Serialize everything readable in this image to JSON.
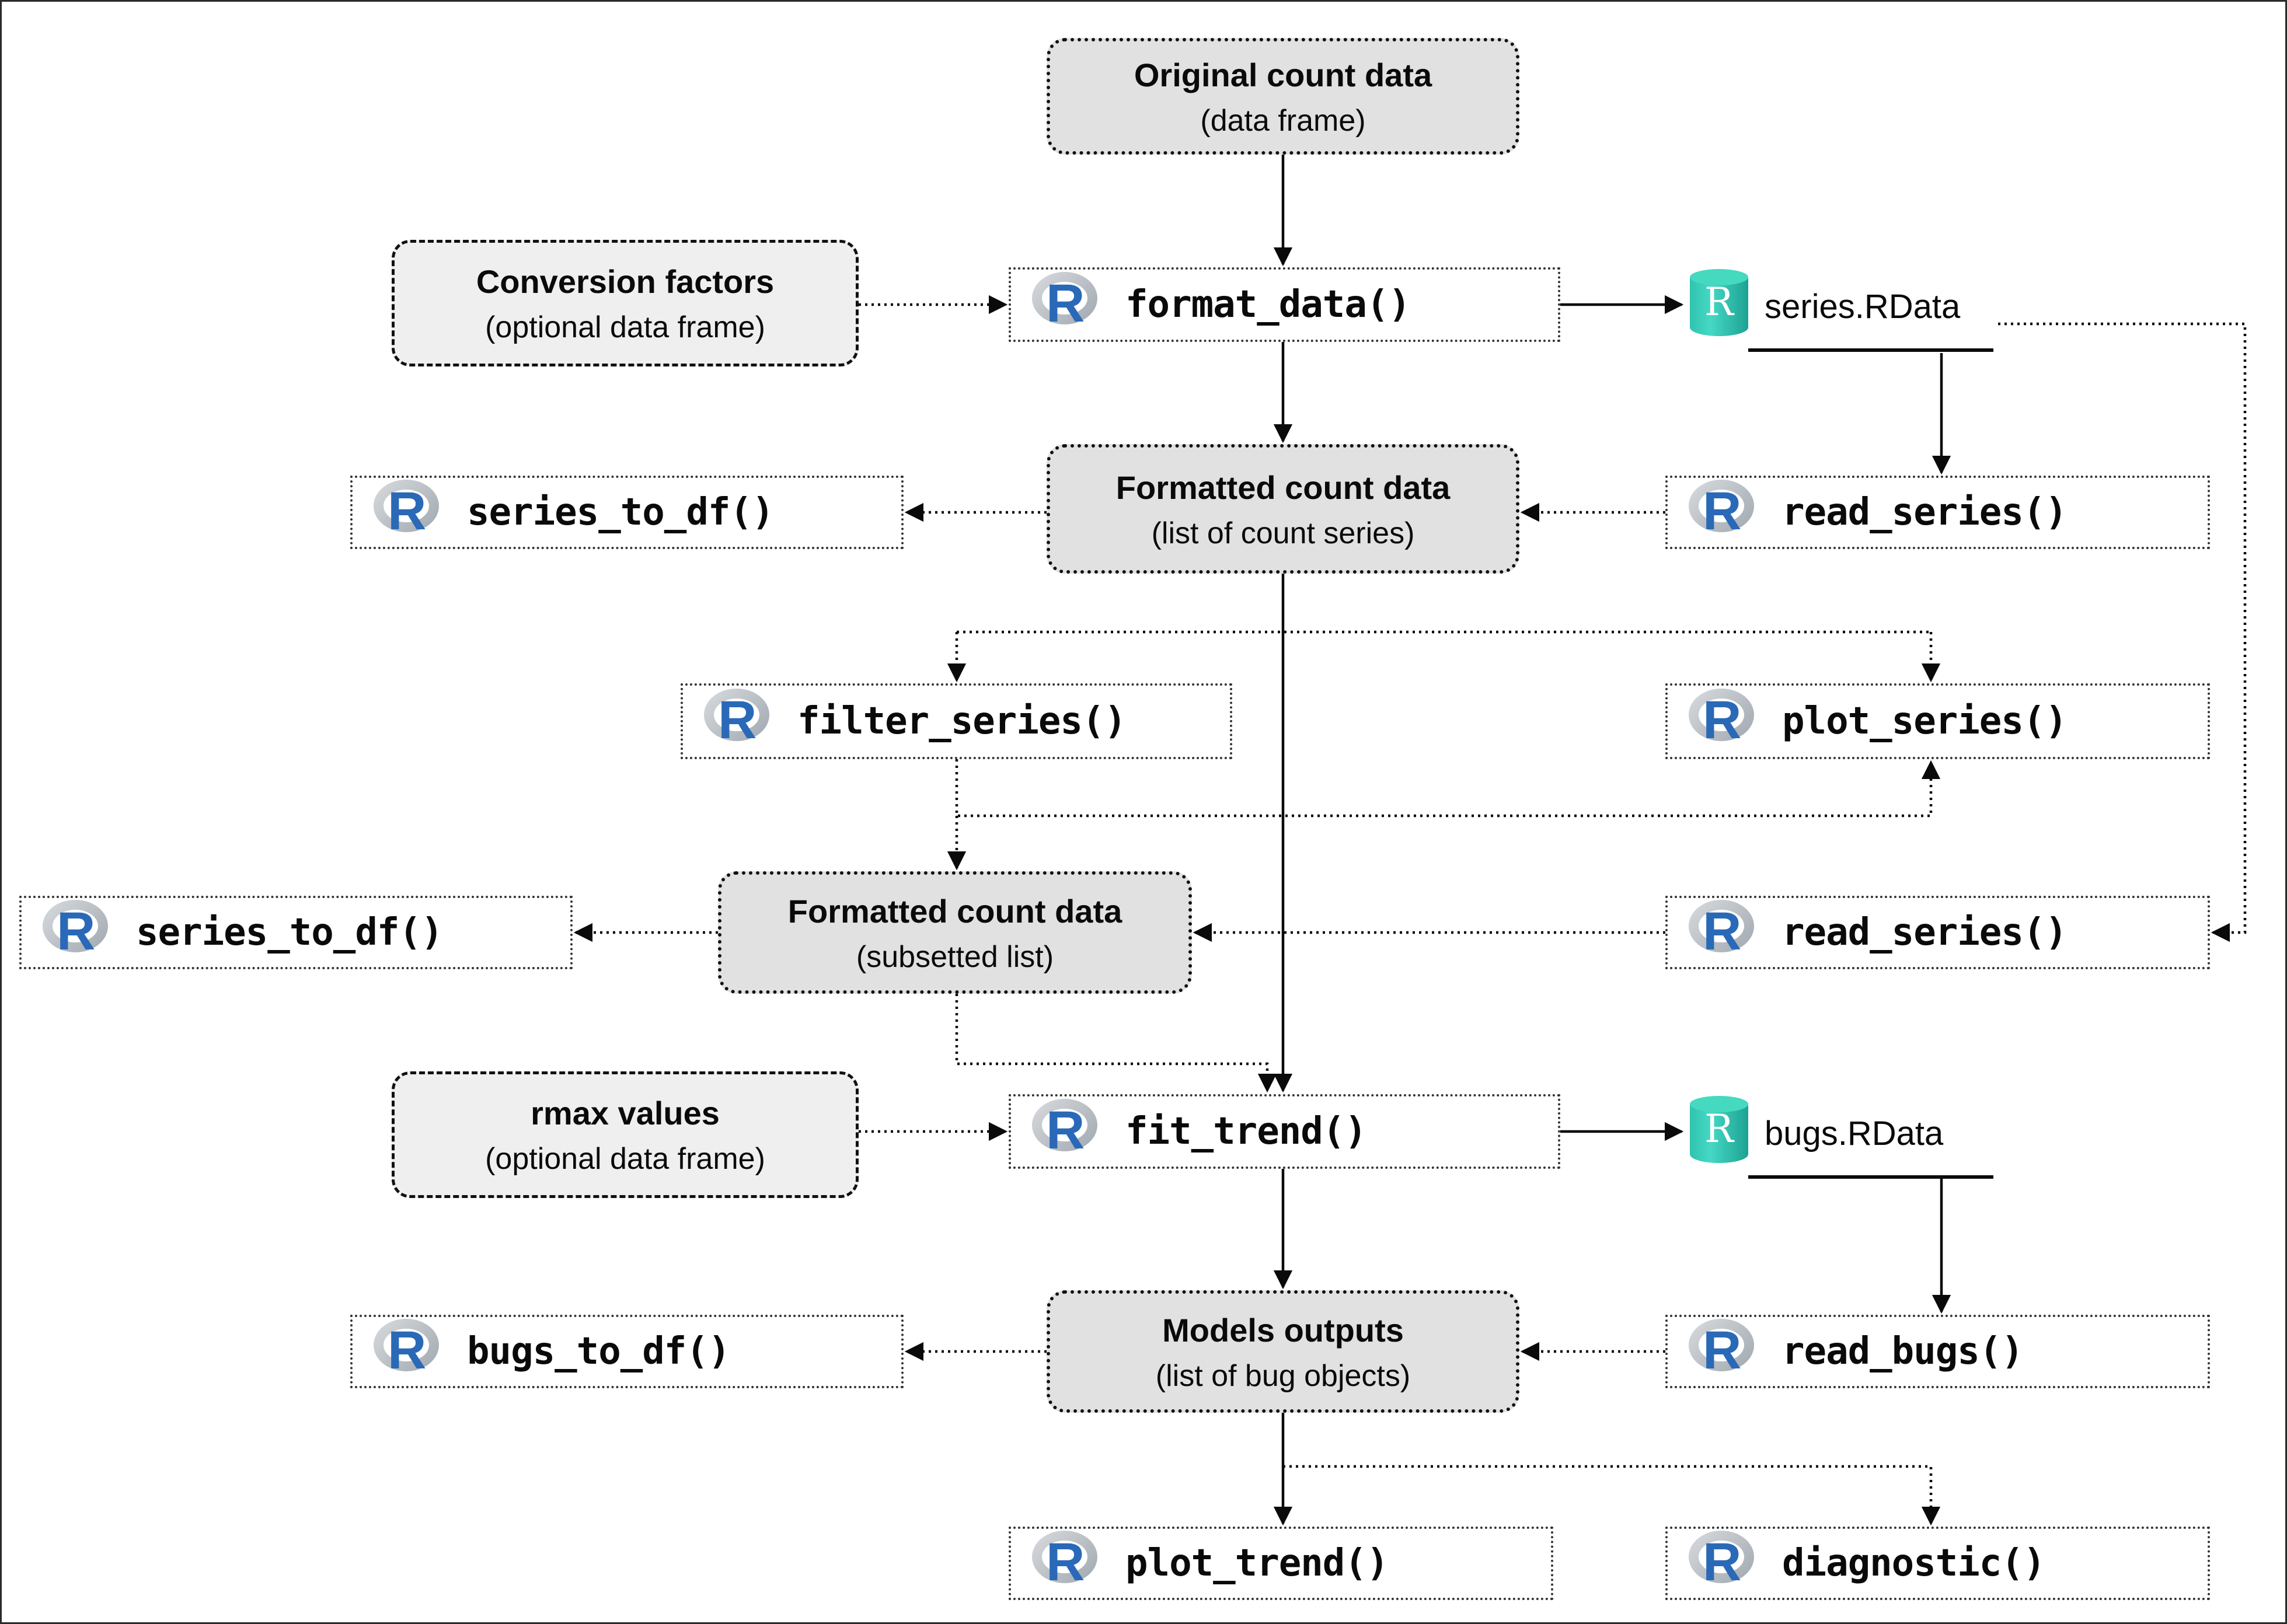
{
  "diagram": {
    "colors": {
      "node_fill": "#e1e1e1",
      "optional_fill": "#efefef",
      "line": "#0a0a0a",
      "r_logo_blue": "#2a69b7",
      "r_logo_ring_gray": "#aab1b8",
      "rdata_teal": "#2fc4b0"
    },
    "icons": {
      "r_letter": "R"
    },
    "data_nodes": {
      "original": {
        "title": "Original count data",
        "subtitle": "(data frame)"
      },
      "formatted": {
        "title": "Formatted count data",
        "subtitle": "(list of count series)"
      },
      "subsetted": {
        "title": "Formatted count data",
        "subtitle": "(subsetted list)"
      },
      "models": {
        "title": "Models outputs",
        "subtitle": "(list of bug objects)"
      }
    },
    "optional_nodes": {
      "conversion": {
        "title": "Conversion factors",
        "subtitle": "(optional data frame)"
      },
      "rmax": {
        "title": "rmax values",
        "subtitle": "(optional data frame)"
      }
    },
    "functions": {
      "format_data": "format_data()",
      "series_to_df_1": "series_to_df()",
      "read_series_1": "read_series()",
      "filter_series": "filter_series()",
      "plot_series": "plot_series()",
      "series_to_df_2": "series_to_df()",
      "read_series_2": "read_series()",
      "fit_trend": "fit_trend()",
      "bugs_to_df": "bugs_to_df()",
      "read_bugs": "read_bugs()",
      "plot_trend": "plot_trend()",
      "diagnostic": "diagnostic()"
    },
    "files": {
      "series_rdata": "series.RData",
      "bugs_rdata": "bugs.RData"
    }
  }
}
